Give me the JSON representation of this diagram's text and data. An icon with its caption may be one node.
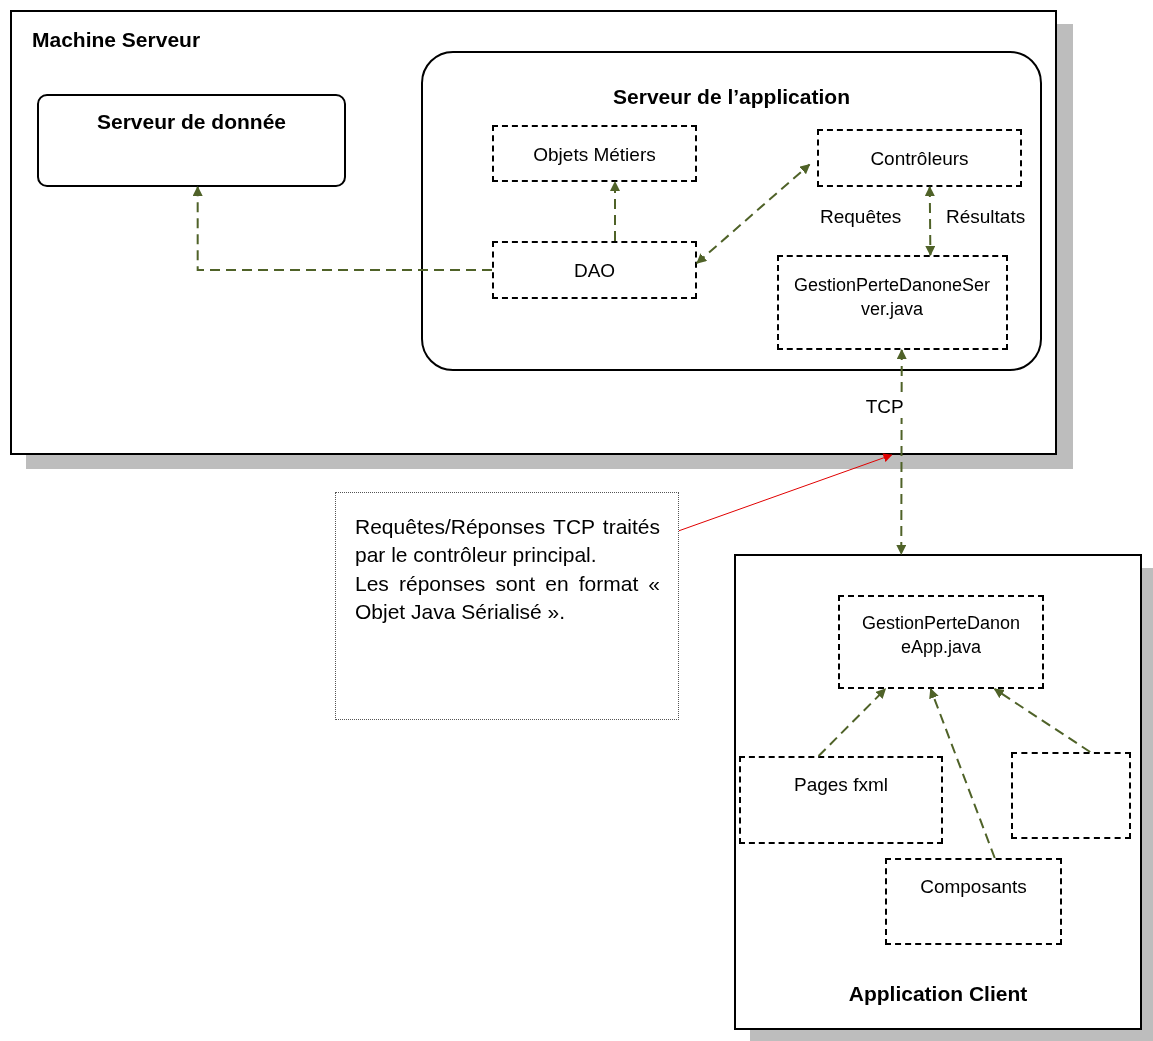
{
  "diagram": {
    "nodes": [
      {
        "text": [
          "Machine Serveur"
        ]
      },
      {
        "text": [
          "Serveur de donnée"
        ],
        "in": 0
      },
      {
        "text": [
          "Serveur de l’application"
        ],
        "in": 0
      },
      {
        "text": [
          "Objets Métiers"
        ],
        "in": 2
      },
      {
        "text": [
          "Contrôleurs"
        ],
        "in": 2
      },
      {
        "text": [
          "DAO"
        ],
        "in": 2
      },
      {
        "text": [
          "GestionPerteDanoneServer.java"
        ],
        "in": 2
      },
      {
        "text": [
          "Application Client"
        ]
      },
      {
        "text": [
          "GestionPerteDanoneApp.java"
        ],
        "in": 7
      },
      {
        "text": [
          "Pages fxml"
        ],
        "in": 7
      },
      {
        "text": [],
        "shape": "box",
        "in": 7
      },
      {
        "text": [
          "Composants"
        ],
        "in": 7
      },
      {
        "text": [
          "Requêtes/Réponses TCP traités par le contrôleur principal.",
          "Les réponses sont en format « Objet Java Sérialisé »."
        ]
      }
    ],
    "edges": [
      {
        "from": 5,
        "to": 1,
        "arrow": "to",
        "style": "dashed"
      },
      {
        "from": 5,
        "to": 3,
        "arrow": "to",
        "style": "dashed"
      },
      {
        "from": 5,
        "to": 4,
        "arrow": "both",
        "style": "dashed"
      },
      {
        "from": 4,
        "to": 6,
        "arrow": "both",
        "style": "dashed"
      },
      {
        "from": 6,
        "to": 7,
        "arrow": "both",
        "style": "dashed",
        "label": "TCP"
      },
      {
        "from": 9,
        "to": 8,
        "arrow": "to",
        "style": "dashed"
      },
      {
        "from": 11,
        "to": 8,
        "arrow": "to",
        "style": "dashed"
      },
      {
        "from": 10,
        "to": 8,
        "arrow": "to",
        "style": "dashed"
      },
      {
        "from": 12,
        "to": 0,
        "arrow": "to",
        "color": "#e00000"
      }
    ],
    "labels": [
      "Requêtes",
      "Résultats"
    ]
  }
}
